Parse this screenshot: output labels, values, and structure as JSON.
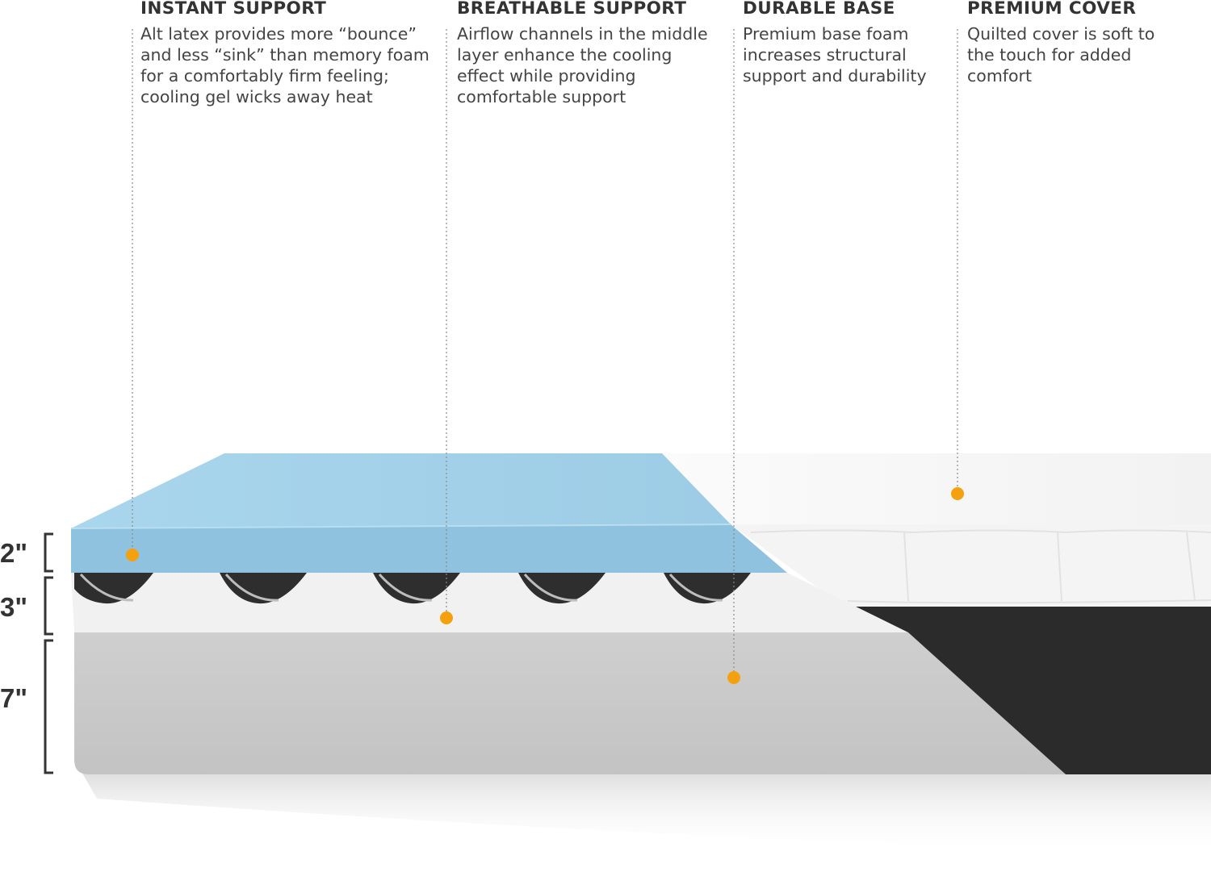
{
  "callouts": [
    {
      "title": "INSTANT SUPPORT",
      "lines": [
        "Alt latex provides more “bounce”",
        "and less “sink” than memory foam",
        "for a comfortably firm feeling;",
        "cooling gel wicks away heat"
      ]
    },
    {
      "title": "BREATHABLE SUPPORT",
      "lines": [
        "Airflow channels in the middle",
        "layer enhance the cooling",
        "effect while providing",
        "comfortable support"
      ]
    },
    {
      "title": "DURABLE BASE",
      "lines": [
        "Premium base foam",
        "increases structural",
        "support and durability"
      ]
    },
    {
      "title": "PREMIUM COVER",
      "lines": [
        "Quilted cover is soft to",
        "the touch for added",
        "comfort"
      ]
    }
  ],
  "dimensions": [
    {
      "label": "2\""
    },
    {
      "label": "3\""
    },
    {
      "label": "7\""
    }
  ],
  "colors": {
    "accent_dot": "#F5A10F",
    "top_layer": "#9FD0E8",
    "top_layer_face": "#7FB6D6",
    "middle_layer": "#F0F0F0",
    "base_layer": "#C8C8C8",
    "cover": "#F7F7F7",
    "cover_side": "#2A2A2A"
  }
}
